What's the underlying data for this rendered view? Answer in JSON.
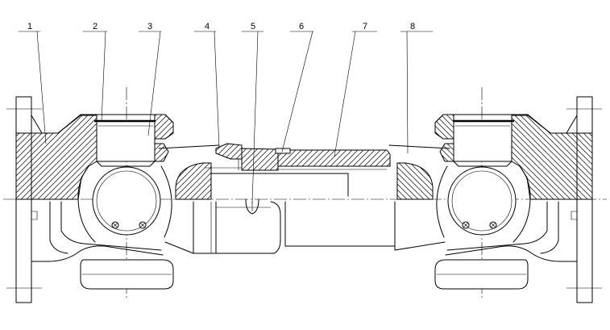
{
  "callouts": [
    "1",
    "2",
    "3",
    "4",
    "5",
    "6",
    "7",
    "8"
  ],
  "colors": {
    "line": "#000000",
    "background": "#ffffff"
  }
}
